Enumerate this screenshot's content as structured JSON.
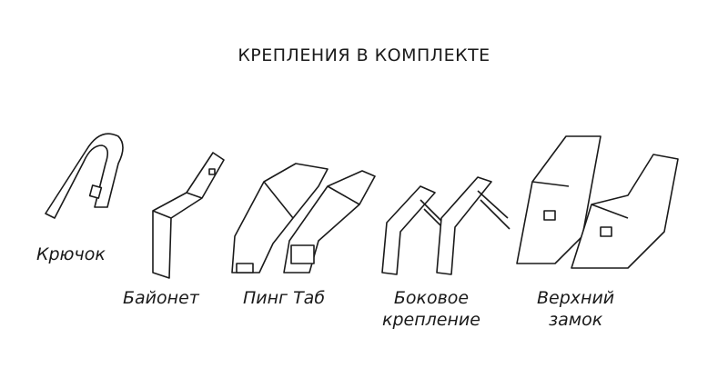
{
  "title": "КРЕПЛЕНИЯ В КОМПЛЕКТЕ",
  "mounts": [
    {
      "label": "Крючок",
      "icon": "hook-mount-icon"
    },
    {
      "label": "Байонет",
      "icon": "bayonet-mount-icon"
    },
    {
      "label": "Пинг Таб",
      "icon": "pinch-tab-mount-icon"
    },
    {
      "label_line1": "Боковое",
      "label_line2": "крепление",
      "icon": "side-pin-mount-icon"
    },
    {
      "label_line1": "Верхний",
      "label_line2": "замок",
      "icon": "top-lock-mount-icon"
    }
  ]
}
